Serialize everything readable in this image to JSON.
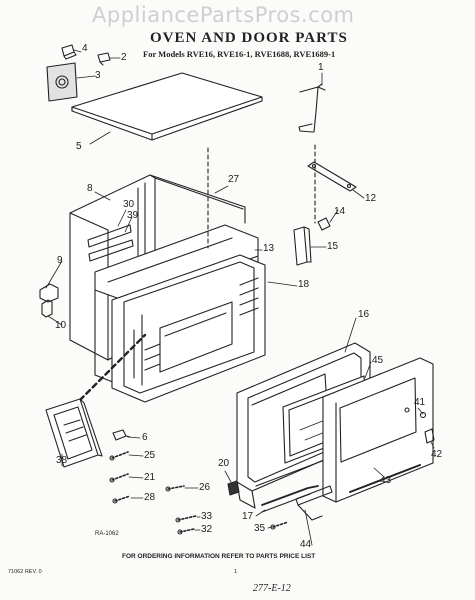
{
  "header": {
    "watermark": "AppliancePartsPros.com",
    "title": "OVEN AND DOOR PARTS",
    "subtitle": "For Models RVE16, RVE16-1, RVE1688, RVE1689-1"
  },
  "callouts": {
    "p1": "1",
    "p2": "2",
    "p3": "3",
    "p4": "4",
    "p5": "5",
    "p6": "6",
    "p8": "8",
    "p9": "9",
    "p10": "10",
    "p12": "12",
    "p13": "13",
    "p14": "14",
    "p15": "15",
    "p16": "16",
    "p17": "17",
    "p18": "18",
    "p20": "20",
    "p21": "21",
    "p25": "25",
    "p26": "26",
    "p27": "27",
    "p28": "28",
    "p30": "30",
    "p32": "32",
    "p33": "33",
    "p35": "35",
    "p38": "38",
    "p39": "39",
    "p41": "41",
    "p42": "42",
    "p43": "43",
    "p44": "44",
    "p45": "45"
  },
  "drawing_code": "RA-1062",
  "footer_note": "FOR ORDERING INFORMATION REFER TO PARTS PRICE LIST",
  "doc_number": "71062 REV. 0",
  "page_number": "1",
  "handwritten": "277-E-12",
  "colors": {
    "ink": "#222222",
    "paper": "#fbfbf9",
    "watermark": "#cfcfcf"
  }
}
